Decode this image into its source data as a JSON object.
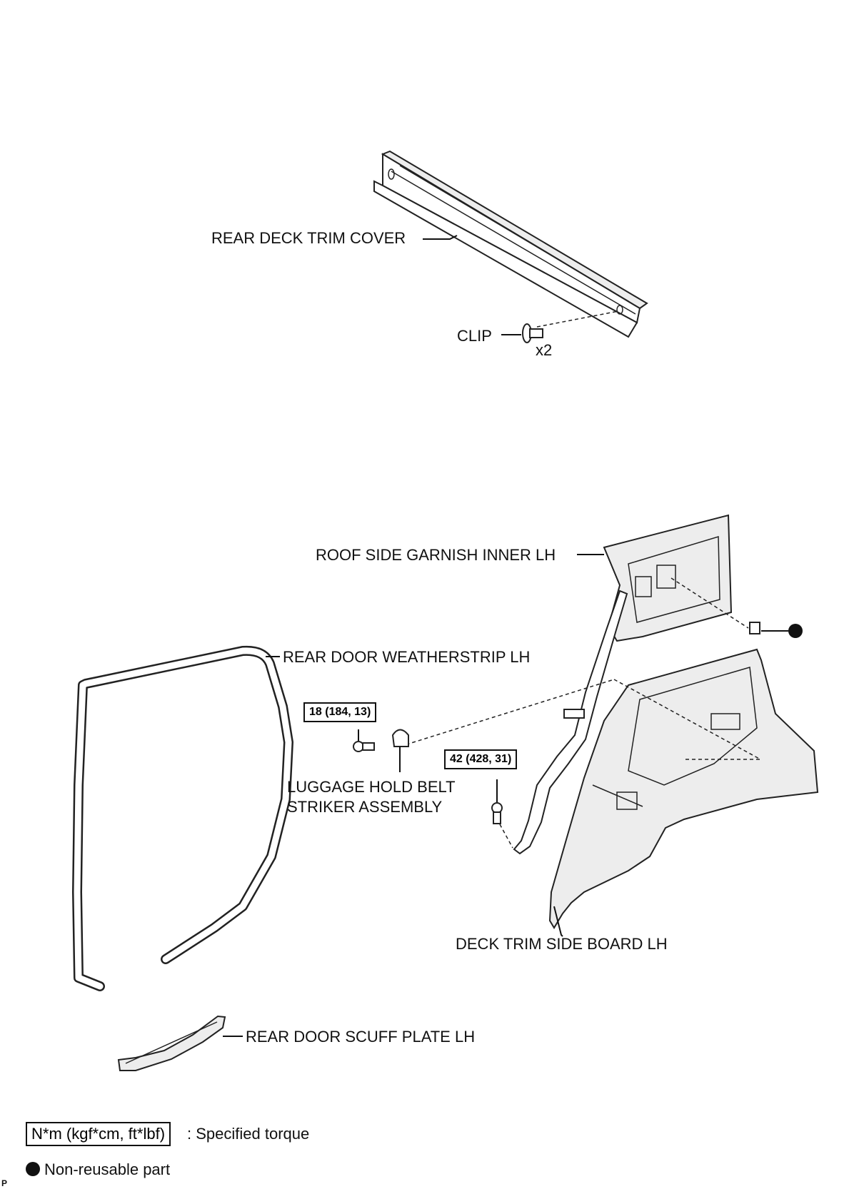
{
  "labels": {
    "rear_deck_trim_cover": "REAR DECK TRIM COVER",
    "clip": "CLIP",
    "clip_qty": "x2",
    "roof_side_garnish": "ROOF SIDE GARNISH INNER LH",
    "rear_door_weatherstrip": "REAR DOOR WEATHERSTRIP LH",
    "luggage_hold_line1": "LUGGAGE HOLD BELT",
    "luggage_hold_line2": "STRIKER ASSEMBLY",
    "deck_trim_side_board": "DECK TRIM SIDE BOARD LH",
    "rear_door_scuff_plate": "REAR DOOR SCUFF PLATE LH"
  },
  "torques": {
    "striker_bolt": "18 (184, 13)",
    "belt_bolt": "42 (428, 31)"
  },
  "legend": {
    "torque_box": "N*m (kgf*cm, ft*lbf)",
    "torque_text": ": Specified torque",
    "nonreusable_text": "Non-reusable part"
  },
  "corner_mark": "P"
}
